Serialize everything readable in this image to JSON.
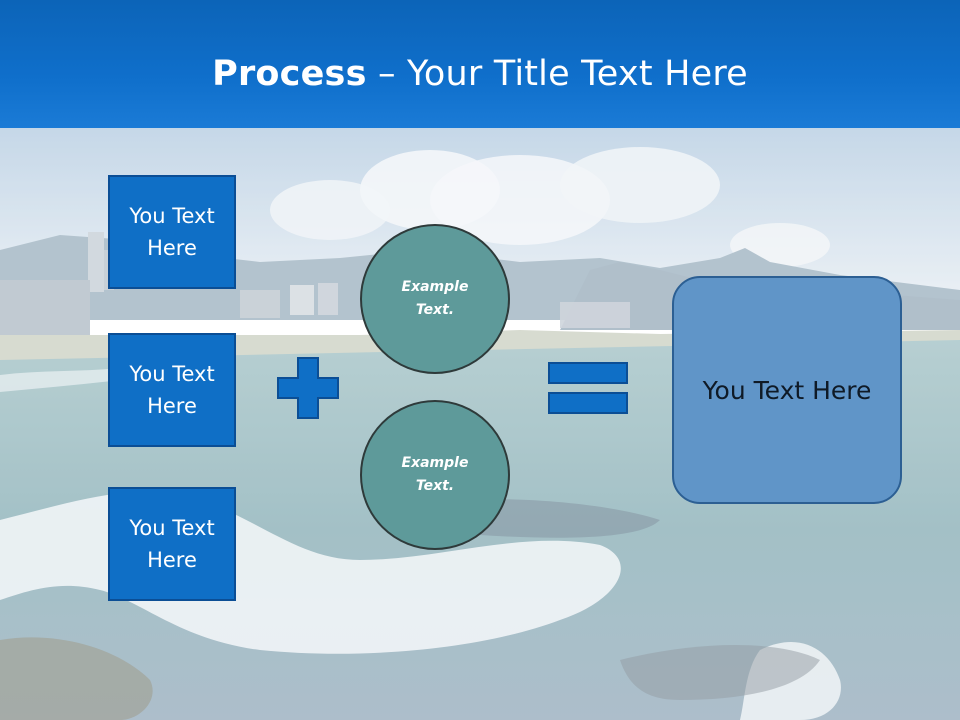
{
  "slide": {
    "title_bold": "Process",
    "title_rest": " – Your Title Text Here",
    "left_boxes": [
      {
        "line1": "You Text",
        "line2": "Here"
      },
      {
        "line1": "You Text",
        "line2": "Here"
      },
      {
        "line1": "You Text",
        "line2": "Here"
      }
    ],
    "circles": [
      {
        "line1": "Example",
        "line2": "Text."
      },
      {
        "line1": "Example",
        "line2": "Text."
      }
    ],
    "result_text": "You Text Here"
  },
  "colors": {
    "header": "#0f6fcb",
    "box_fill": "#0f6fc6",
    "circle_fill": "#5e9a9a",
    "result_fill": "#6095c8"
  },
  "icons": [
    "plus-icon",
    "equals-icon"
  ]
}
